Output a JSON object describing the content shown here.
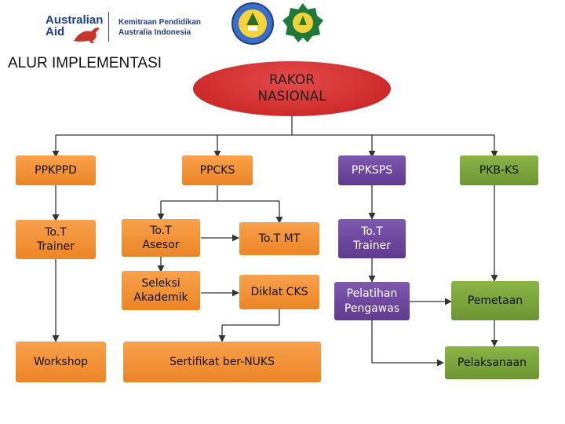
{
  "header": {
    "logo_line1": "Australian",
    "logo_line2": "Aid",
    "partner_line1": "Kemitraan Pendidikan",
    "partner_line2": "Australia Indonesia"
  },
  "title": "ALUR IMPLEMENTASI",
  "root": "RAKOR\nNASIONAL",
  "col1": {
    "top": "PPKPPD",
    "mid": "To.T\nTrainer",
    "bottom": "Workshop"
  },
  "col2": {
    "top": "PPCKS",
    "mid": "To.T\nAsesor",
    "seleksi": "Seleksi\nAkademik",
    "sertifikat": "Sertifikat ber-NUKS"
  },
  "col3": {
    "tot_mt": "To.T MT",
    "diklat": "Diklat CKS"
  },
  "col4": {
    "top": "PPKSPS",
    "mid": "To.T\nTrainer",
    "pelatihan": "Pelatihan\nPengawas"
  },
  "col5": {
    "top": "PKB-KS",
    "pemetaan": "Pemetaan",
    "pelaksanaan": "Pelaksanaan"
  },
  "colors": {
    "orange": "#f59538",
    "purple": "#6b479a",
    "green": "#79a33b",
    "root": "#d23030",
    "line": "#333333"
  }
}
